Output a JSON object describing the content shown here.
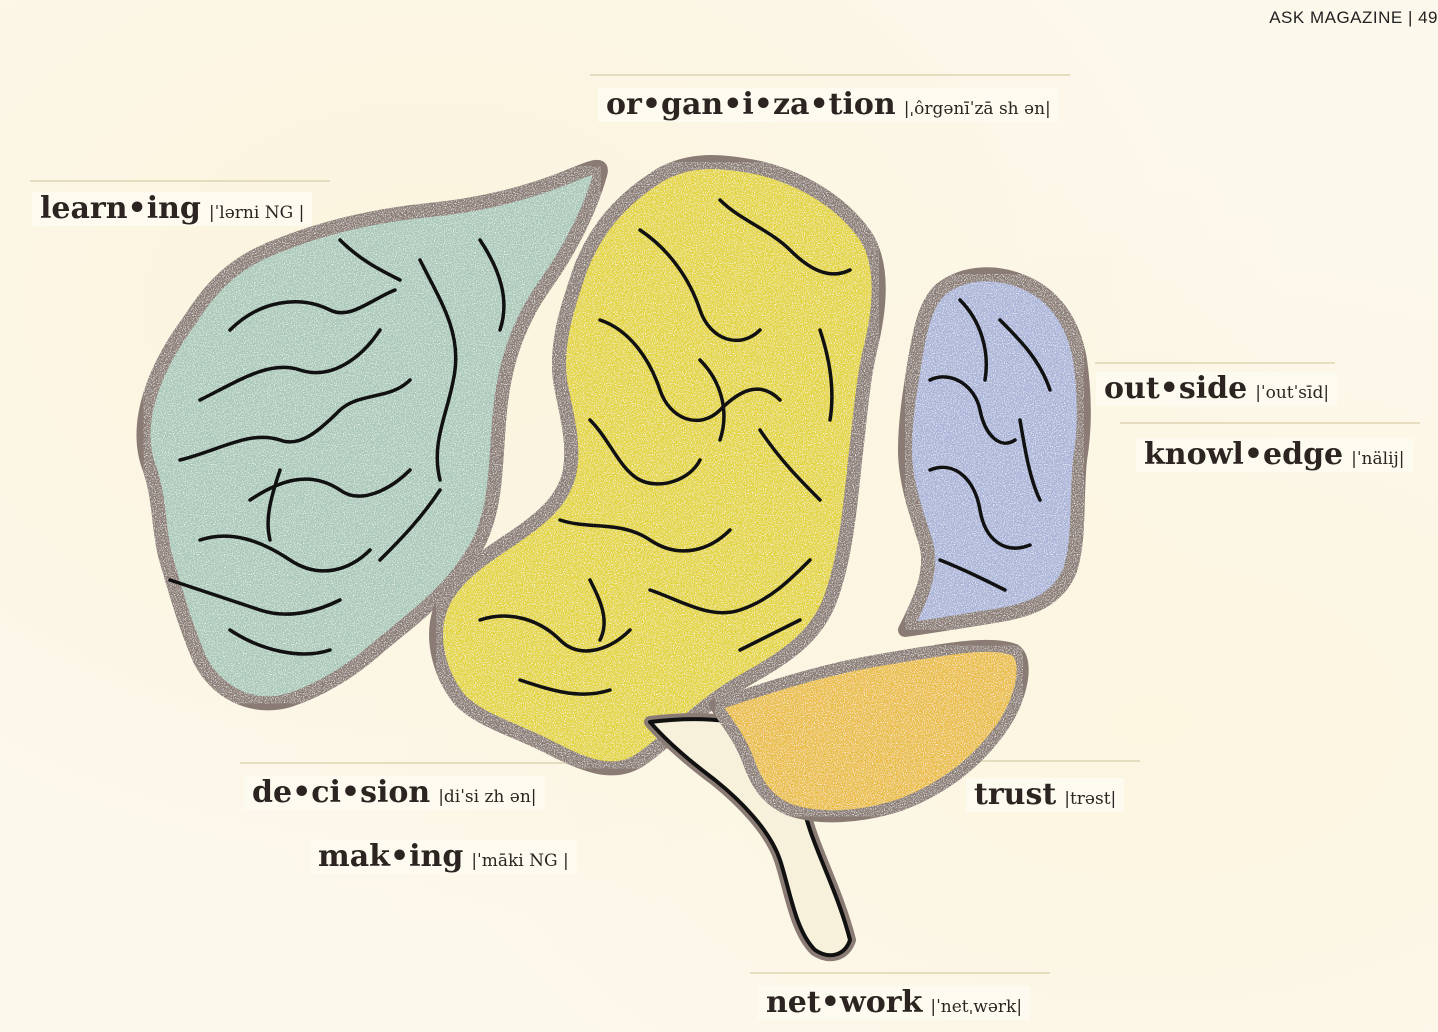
{
  "header": {
    "running_head": "ASK MAGAZINE | 49"
  },
  "labels": {
    "organization": {
      "word": "or•gan•i•za•tion",
      "pron": "|ˌôrgənīˈzā sh ən|"
    },
    "learning": {
      "word": "learn•ing",
      "pron": "|ˈlərni NG |"
    },
    "outside": {
      "word": "out•side",
      "pron": "|ˈoutˈsīd|"
    },
    "knowledge": {
      "word": "knowl•edge",
      "pron": "|ˈnälij|"
    },
    "decision": {
      "word": "de•ci•sion",
      "pron": "|diˈsi zh ən|"
    },
    "making": {
      "word": "mak•ing",
      "pron": "|ˈmāki NG |"
    },
    "trust": {
      "word": "trust",
      "pron": "|trəst|"
    },
    "network": {
      "word": "net•work",
      "pron": "|ˈnetˌwərk|"
    }
  },
  "colors": {
    "frontal_lobe": "#a9c8b8",
    "parietal_temporal_lobe": "#e3d43c",
    "occipital_lobe": "#aab4d8",
    "cerebellum": "#eabd45",
    "brainstem": "#f7f1dc",
    "outline": "#111111",
    "halo": "#8a7c74"
  },
  "icons": {
    "frontal": "frontal-lobe-icon",
    "parietal": "parietal-temporal-lobe-icon",
    "occipital": "occipital-lobe-icon",
    "cerebellum": "cerebellum-icon",
    "brainstem": "brainstem-icon"
  }
}
